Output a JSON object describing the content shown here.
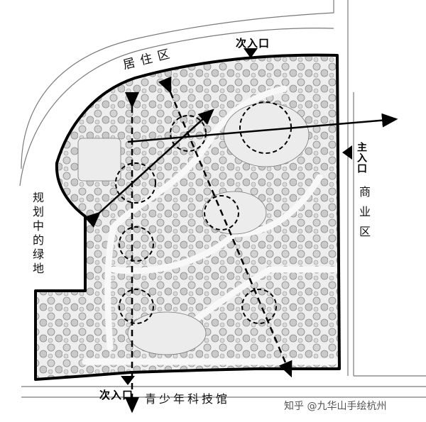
{
  "labels": {
    "residential": "居住区",
    "commercial": "商业区",
    "planned_green": "规划中的绿地",
    "youth_center": "青少年科技馆",
    "main_entrance": "主入口",
    "secondary_entrance_top": "次入口",
    "secondary_entrance_bottom": "次入口"
  },
  "watermark": "知乎 @九华山手绘杭州",
  "colors": {
    "boundary": "#000000",
    "road_line": "#555555",
    "vegetation": "#9a9a9a",
    "plaza_fill": "#e6e6e6"
  }
}
